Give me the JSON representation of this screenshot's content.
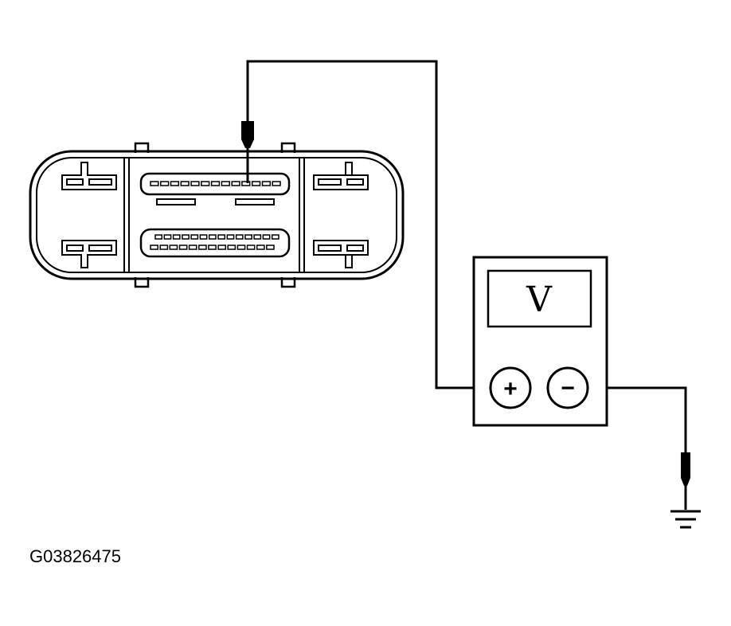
{
  "figure": {
    "id_label": "G03826475"
  },
  "voltmeter": {
    "symbol": "V",
    "positive_terminal": "+",
    "negative_terminal": "−"
  },
  "connector": {
    "upper_pin_count": 13,
    "lower_pin_rows": [
      14,
      13
    ]
  },
  "colors": {
    "line": "#000000",
    "background": "#ffffff"
  }
}
